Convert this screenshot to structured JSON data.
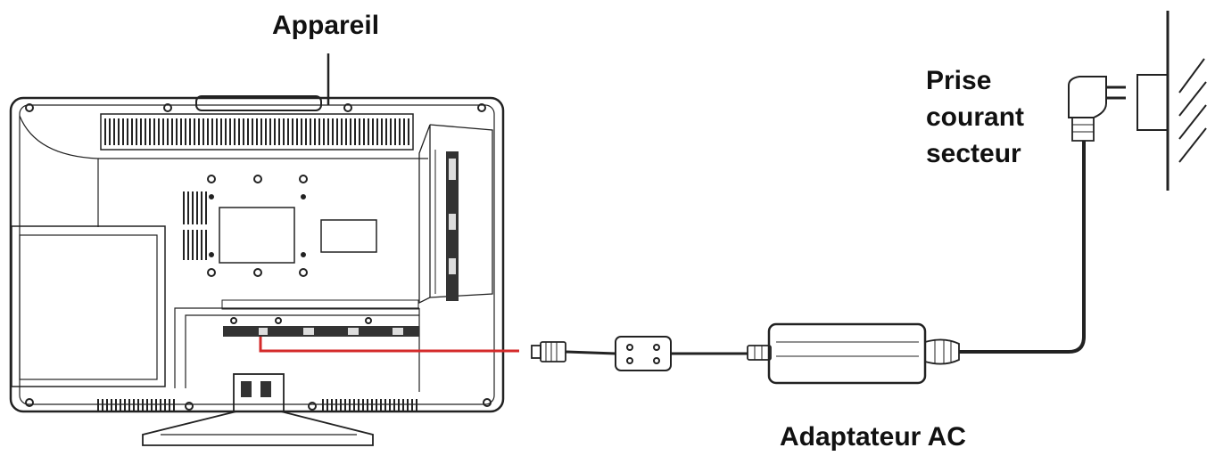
{
  "labels": {
    "device": "Appareil",
    "outlet_line1": "Prise",
    "outlet_line2": "courant",
    "outlet_line3": "secteur",
    "adapter": "Adaptateur AC"
  },
  "colors": {
    "line": "#222222",
    "highlight_cable": "#d42a2a",
    "background": "#ffffff"
  },
  "icons": [
    "tv-back-icon",
    "dc-plug-icon",
    "ferrite-bead-icon",
    "ac-adapter-icon",
    "mains-plug-icon",
    "wall-socket-icon"
  ]
}
